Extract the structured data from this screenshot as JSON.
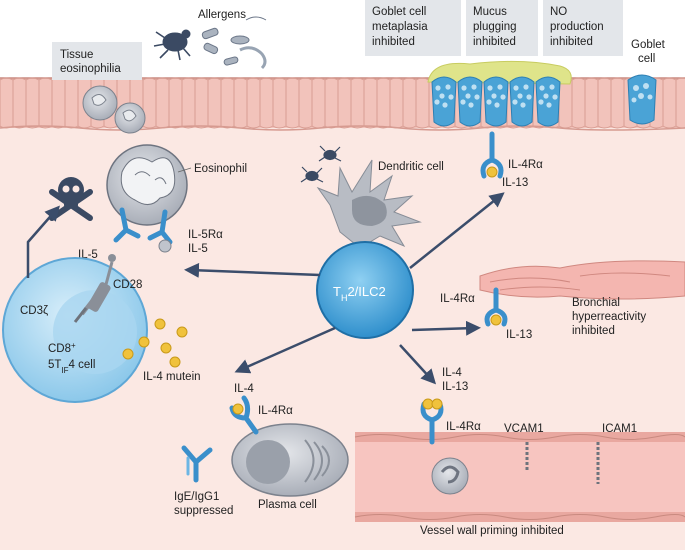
{
  "labels": {
    "allergens": "Allergens",
    "tissue_eosinophilia_1": "Tissue",
    "tissue_eosinophilia_2": "eosinophilia",
    "goblet_metaplasia_1": "Goblet cell",
    "goblet_metaplasia_2": "metaplasia",
    "goblet_metaplasia_3": "inhibited",
    "mucus_1": "Mucus",
    "mucus_2": "plugging",
    "mucus_3": "inhibited",
    "no_prod_1": "NO",
    "no_prod_2": "production",
    "no_prod_3": "inhibited",
    "goblet_cell_1": "Goblet",
    "goblet_cell_2": "cell",
    "eosinophil": "Eosinophil",
    "dendritic_cell": "Dendritic cell",
    "il4ra_top": "IL-4Rα",
    "il13_top": "IL-13",
    "il5ra": "IL-5Rα",
    "il5_right": "IL-5",
    "il5_left": "IL-5",
    "cd28": "CD28",
    "cd3z": "CD3ζ",
    "cd8_line1": "CD8",
    "cd8_sup": "+",
    "cd8_line2_a": "5T",
    "cd8_line2_sub": "IF",
    "cd8_line2_b": "4 cell",
    "il4_mutein": "IL-4 mutein",
    "th2_a": "T",
    "th2_sub": "H",
    "th2_b": "2/ILC2",
    "il4ra_mid": "IL-4Rα",
    "il13_mid": "IL-13",
    "bronchial_1": "Bronchial",
    "bronchial_2": "hyperreactivity",
    "bronchial_3": "inhibited",
    "il4_left": "IL-4",
    "il4ra_plasma": "IL-4Rα",
    "il4_right": "IL-4",
    "il13_right": "IL-13",
    "il4ra_vessel": "IL-4Rα",
    "vcam1": "VCAM1",
    "icam1": "ICAM1",
    "ige_1": "IgE/IgG1",
    "ige_2": "suppressed",
    "plasma_cell": "Plasma cell",
    "vessel_wall": "Vessel wall priming inhibited"
  },
  "colors": {
    "epithelium": "#f2c3bb",
    "tissue_bg": "#fbe8e3",
    "cell_blue": "#4aa3d6",
    "cell_light": "#bfe0f2",
    "receptor": "#3a8fcb",
    "ligand": "#f0c23c",
    "arrow": "#3b4d6b",
    "label_box": "#e3e6ea",
    "grey_cell": "#b8bcc4",
    "mucus": "#dfe48a"
  }
}
